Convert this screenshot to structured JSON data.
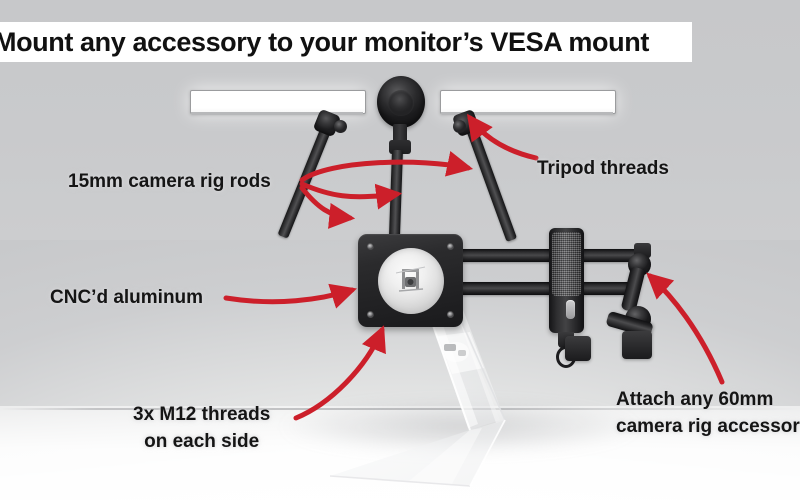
{
  "title": {
    "text": "Mount any accessory to your monitor’s VESA mount",
    "banner_color": "#ffffff",
    "text_color": "#111111"
  },
  "background": {
    "top_color": "#c8c9cb",
    "bottom_color": "#fdfdfd"
  },
  "annotations": {
    "accent_color": "#cc1f2a",
    "labels": [
      {
        "name": "camera-rig-rods",
        "text": "15mm camera rig rods"
      },
      {
        "name": "tripod-threads",
        "text": "Tripod threads"
      },
      {
        "name": "cnc-aluminum",
        "text": "CNC’d aluminum"
      },
      {
        "name": "m12-threads-line1",
        "text": "3x M12 threads"
      },
      {
        "name": "m12-threads-line2",
        "text": "on each side"
      },
      {
        "name": "attach-accessory-line1",
        "text": "Attach any 60mm"
      },
      {
        "name": "attach-accessory-line2",
        "text": "camera rig accessor"
      }
    ]
  },
  "hardware": {
    "vesa_plate": {
      "name": "vesa-mount-plate",
      "color": "#26262 8"
    },
    "light_panels": [
      {
        "name": "led-light-panel-left"
      },
      {
        "name": "led-light-panel-right"
      }
    ],
    "pop_filter": {
      "name": "pop-filter-disc"
    },
    "microphone": {
      "name": "microphone"
    },
    "magic_arm": {
      "name": "articulating-magic-arm"
    },
    "rods": [
      {
        "name": "rod-left"
      },
      {
        "name": "rod-middle"
      },
      {
        "name": "rod-right"
      },
      {
        "name": "horizontal-rod-top"
      },
      {
        "name": "horizontal-rod-bottom"
      }
    ],
    "monitor_stand": {
      "name": "acrylic-monitor-stand"
    }
  }
}
